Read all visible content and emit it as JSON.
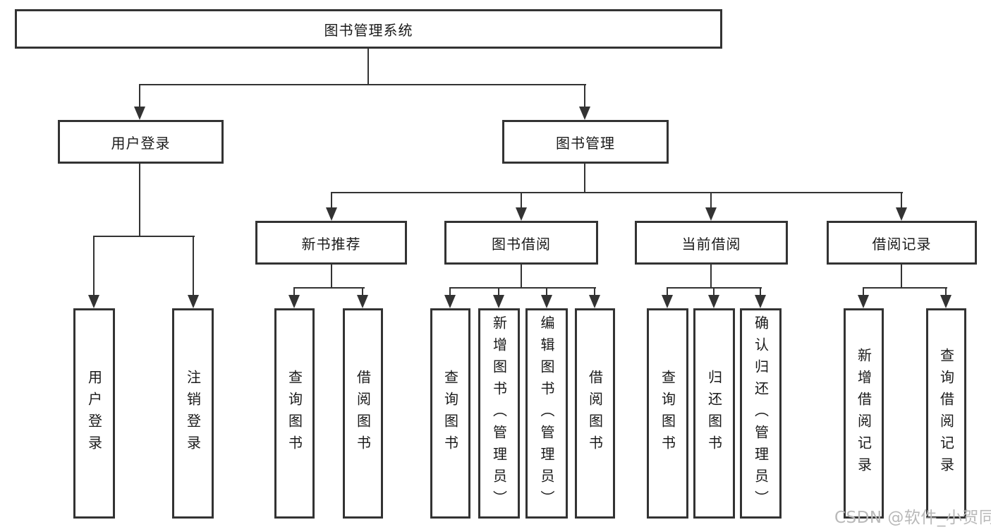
{
  "tree": {
    "root": "图书管理系统",
    "children": [
      {
        "label": "用户登录",
        "children": [
          "用户登录",
          "注销登录"
        ]
      },
      {
        "label": "图书管理",
        "children": [
          {
            "label": "新书推荐",
            "children": [
              "查询图书",
              "借阅图书"
            ]
          },
          {
            "label": "图书借阅",
            "children": [
              "查询图书",
              "新增图书（管理员）",
              "编辑图书（管理员）",
              "借阅图书"
            ]
          },
          {
            "label": "当前借阅",
            "children": [
              "查询图书",
              "归还图书",
              "确认归还（管理员）"
            ]
          },
          {
            "label": "借阅记录",
            "children": [
              "新增借阅记录",
              "查询借阅记录"
            ]
          }
        ]
      }
    ]
  },
  "watermark": {
    "text": "CSDN @软件_小贺同学"
  },
  "colors": {
    "line": "#333333",
    "box_border": "#333333",
    "text": "#1a1a1a",
    "watermark": "#b9b9b9",
    "background": "#ffffff"
  }
}
